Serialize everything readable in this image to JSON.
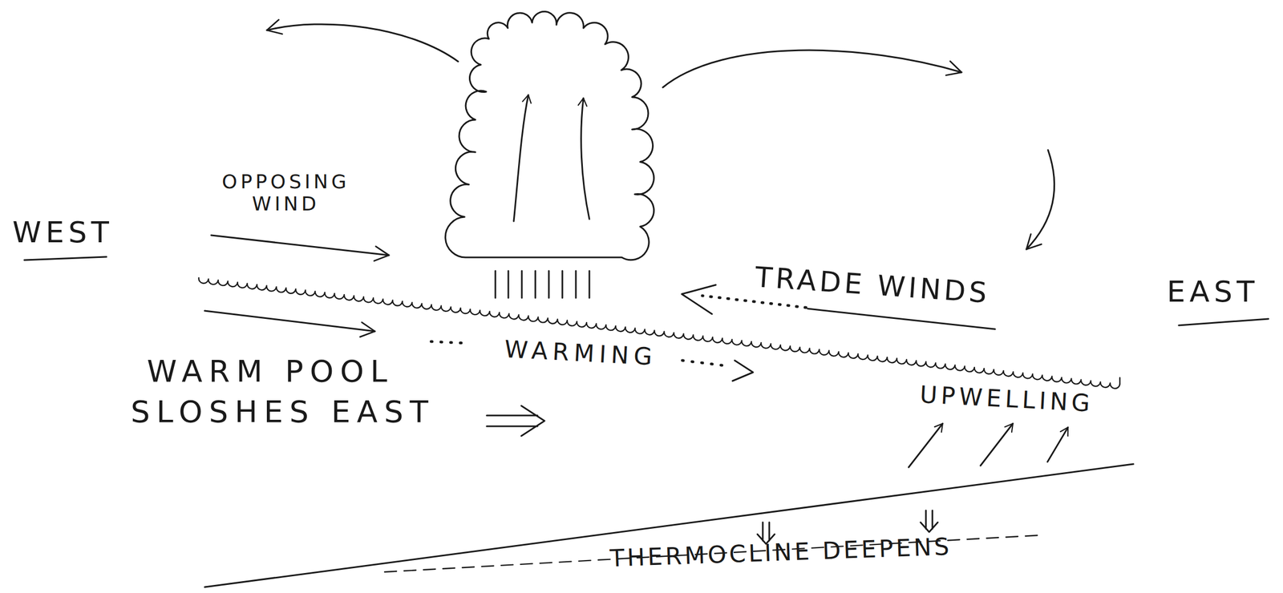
{
  "diagram": {
    "labels": [
      "OPPOSING WIND",
      "WEST",
      "TRADE WINDS",
      "EAST",
      "WARMING",
      "WARM POOL SLOSHES EAST",
      "UPWELLING",
      "THERMOCLINE DEEPENS"
    ]
  }
}
